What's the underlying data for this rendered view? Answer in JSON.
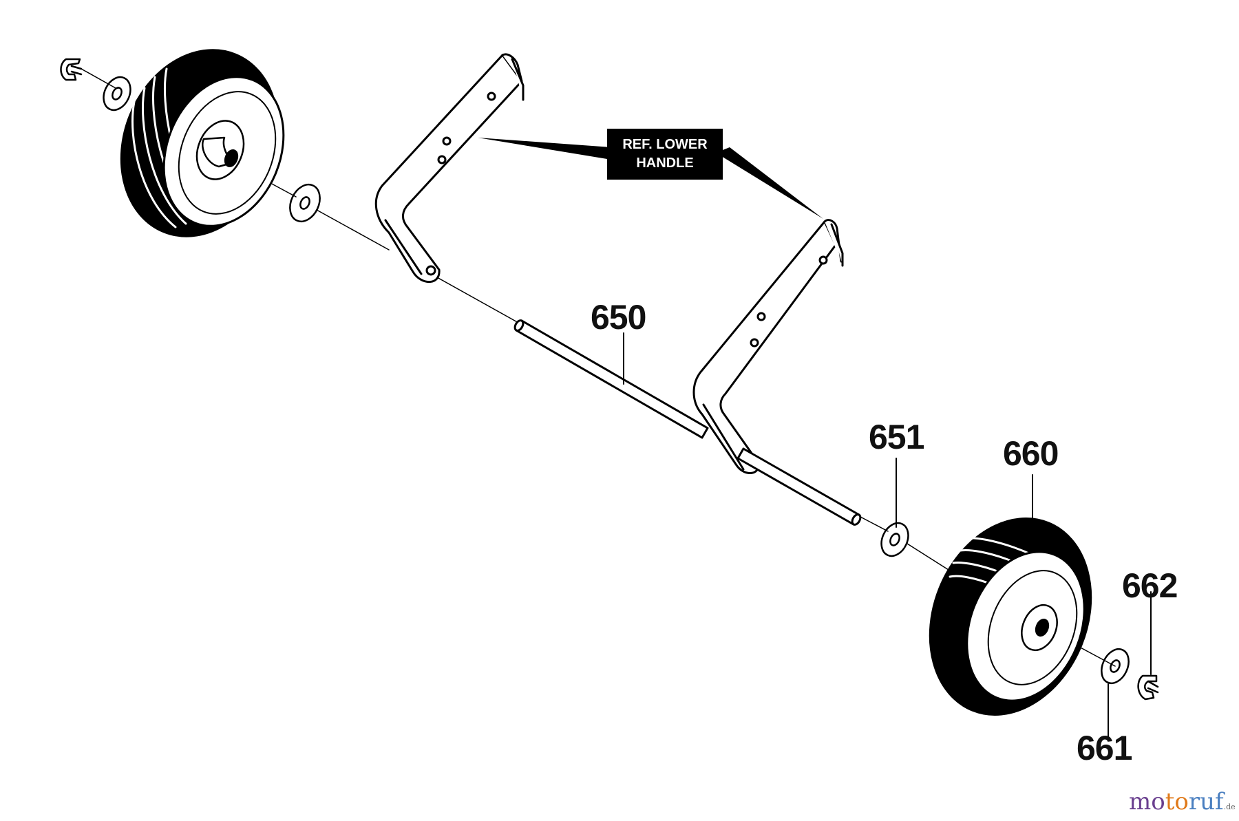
{
  "diagram": {
    "callout": {
      "line1": "REF. LOWER",
      "line2": "HANDLE"
    },
    "parts": [
      {
        "id": "650",
        "desc": "axle"
      },
      {
        "id": "651",
        "desc": "washer"
      },
      {
        "id": "660",
        "desc": "wheel"
      },
      {
        "id": "661",
        "desc": "washer"
      },
      {
        "id": "662",
        "desc": "retaining clip"
      }
    ]
  },
  "watermark": {
    "part1": "mo",
    "part2": "to",
    "part3": "ruf",
    "tld": ".de"
  }
}
